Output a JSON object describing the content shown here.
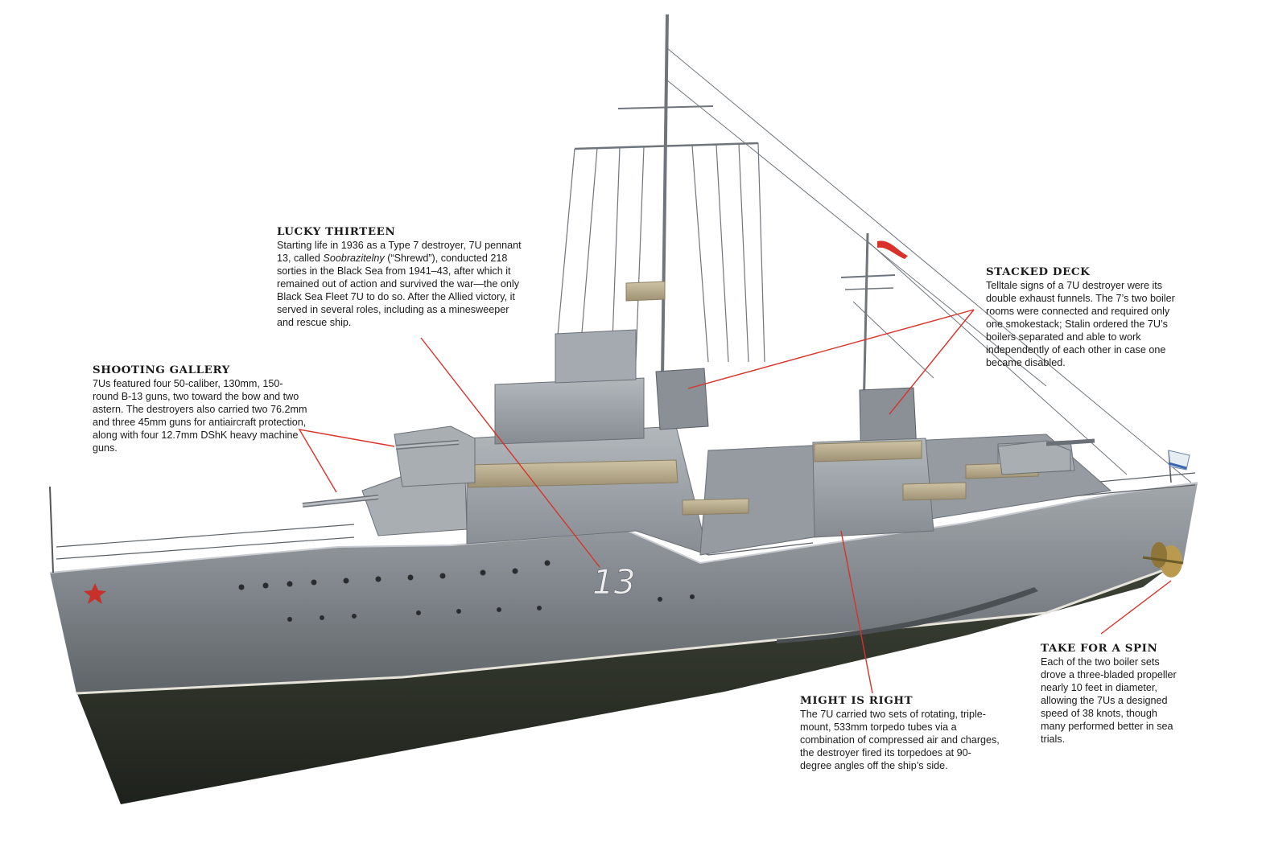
{
  "callouts": {
    "lucky": {
      "title": "LUCKY THIRTEEN",
      "body_a": "Starting life in 1936 as a Type 7 destroyer, 7U pennant 13, called ",
      "body_em": "Soobrazitelny",
      "body_b": " (“Shrewd”), conducted 218 sorties in the Black Sea from 1941–43, after which it remained out of action and survived the war—the only Black Sea Fleet 7U to do so. After the Allied victory, it served in several roles, including as a minesweeper and rescue ship."
    },
    "shooting": {
      "title": "SHOOTING GALLERY",
      "body": "7Us featured four 50-caliber, 130mm, 150-round B-13 guns, two toward the bow and two astern. The destroyers also carried two 76.2mm and three 45mm guns for antiaircraft protection, along with four 12.7mm DShK heavy machine guns."
    },
    "stacked": {
      "title": "STACKED DECK",
      "body": "Telltale signs of a 7U destroyer were its double exhaust funnels. The 7’s two boiler rooms were connected and required only one smokestack; Stalin ordered the 7U’s boilers separated and able to work independently of each other in case one became disabled."
    },
    "might": {
      "title": "MIGHT IS RIGHT",
      "body": "The 7U carried two sets of rotating, triple-mount, 533mm torpedo tubes via a combination of compressed air and charges, the destroyer fired its torpedoes at 90-degree angles off the ship’s side."
    },
    "spin": {
      "title": "TAKE FOR A SPIN",
      "body": "Each of the two boiler sets drove a three-bladed propeller nearly 10 feet in diameter, allowing the 7Us a designed speed of 38 knots, though many performed better in sea trials."
    }
  },
  "ship": {
    "hull_number": "13",
    "colors": {
      "hull": "#8c9196",
      "hull_dark": "#2e332b",
      "superstructure": "#9aa0a6",
      "canvas": "#b8a98a",
      "leader_line": "#d8322a",
      "flag": "#d8322a"
    }
  }
}
